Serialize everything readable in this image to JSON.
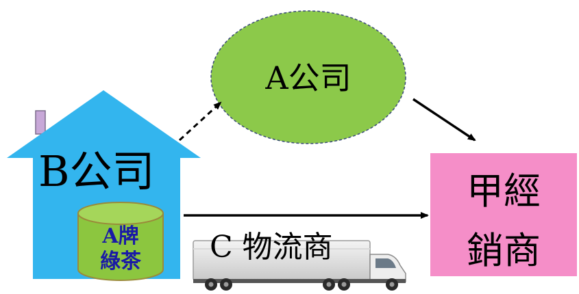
{
  "nodes": {
    "company_b": {
      "label": "B公司",
      "color": "#33b5ee"
    },
    "product": {
      "line1": "A牌",
      "line2": "綠茶",
      "color": "#8cc63f",
      "text_color": "#1a1aa6"
    },
    "company_a": {
      "label": "A公司",
      "color": "#8cc94a"
    },
    "distributor": {
      "line1": "甲經",
      "line2": "銷商",
      "color": "#f58ec8"
    },
    "logistics": {
      "label": "C 物流商"
    }
  },
  "edges": [
    {
      "from": "B公司",
      "to": "A公司",
      "style": "dashed"
    },
    {
      "from": "A公司",
      "to": "甲經銷商",
      "style": "solid"
    },
    {
      "from": "B公司",
      "to": "甲經銷商",
      "style": "solid"
    }
  ],
  "icons": [
    "truck-icon",
    "house-icon",
    "cylinder-icon"
  ]
}
